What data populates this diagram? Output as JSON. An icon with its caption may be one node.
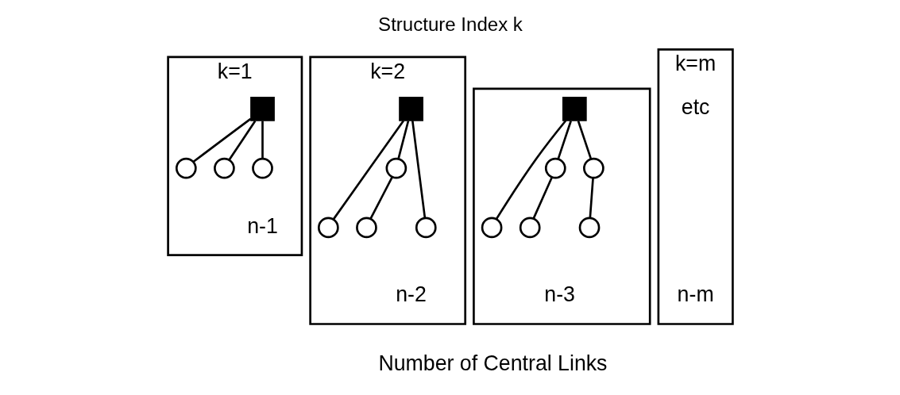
{
  "diagram": {
    "title": "Structure Index k",
    "caption": "Number of Central Links",
    "nodes": [
      {
        "text": [
          "k=1",
          "n-1"
        ]
      },
      {
        "text": [],
        "shape": "box",
        "in": 0
      },
      {
        "text": [],
        "shape": "circle",
        "in": 0
      },
      {
        "text": [],
        "shape": "circle",
        "in": 0
      },
      {
        "text": [],
        "shape": "circle",
        "in": 0
      },
      {
        "text": [
          "k=2",
          "n-2"
        ]
      },
      {
        "text": [],
        "shape": "box",
        "in": 5
      },
      {
        "text": [],
        "shape": "circle",
        "in": 5
      },
      {
        "text": [],
        "shape": "circle",
        "in": 5
      },
      {
        "text": [],
        "shape": "circle",
        "in": 5
      },
      {
        "text": [],
        "shape": "circle",
        "in": 5
      },
      {
        "text": [
          "n-3"
        ]
      },
      {
        "text": [],
        "shape": "box",
        "in": 11
      },
      {
        "text": [],
        "shape": "circle",
        "in": 11
      },
      {
        "text": [],
        "shape": "circle",
        "in": 11
      },
      {
        "text": [],
        "shape": "circle",
        "in": 11
      },
      {
        "text": [],
        "shape": "circle",
        "in": 11
      },
      {
        "text": [],
        "shape": "circle",
        "in": 11
      },
      {
        "text": [
          "k=m",
          "etc",
          "n-m"
        ]
      }
    ],
    "edges": [
      {
        "from": 1,
        "to": 2,
        "arrow": "none"
      },
      {
        "from": 1,
        "to": 3,
        "arrow": "none"
      },
      {
        "from": 1,
        "to": 4,
        "arrow": "none"
      },
      {
        "from": 6,
        "to": 7,
        "arrow": "none"
      },
      {
        "from": 6,
        "to": 9,
        "arrow": "none"
      },
      {
        "from": 9,
        "to": 8,
        "arrow": "none"
      },
      {
        "from": 6,
        "to": 10,
        "arrow": "none"
      },
      {
        "from": 12,
        "to": 13,
        "arrow": "none"
      },
      {
        "from": 12,
        "to": 15,
        "arrow": "none"
      },
      {
        "from": 15,
        "to": 14,
        "arrow": "none"
      },
      {
        "from": 12,
        "to": 16,
        "arrow": "none"
      },
      {
        "from": 16,
        "to": 17,
        "arrow": "none"
      }
    ]
  }
}
